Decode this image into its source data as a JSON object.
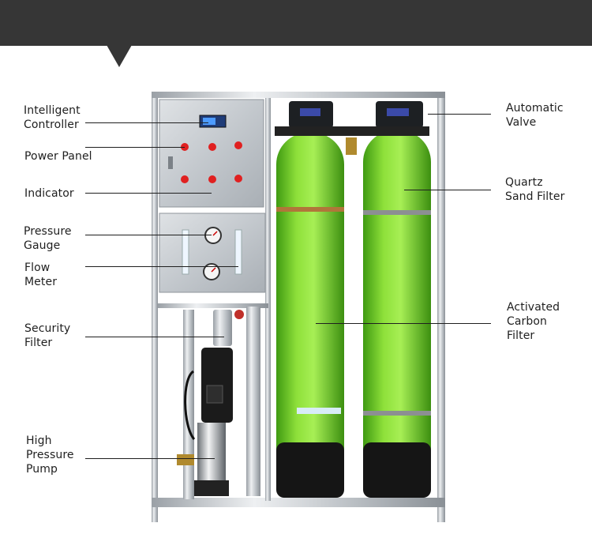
{
  "callouts": {
    "intelligent_controller": "Intelligent\nController",
    "power_panel": "Power Panel",
    "indicator": "Indicator",
    "pressure_gauge": "Pressure\nGauge",
    "flow_meter": "Flow\nMeter",
    "security_filter": "Security\nFilter",
    "high_pressure_pump": "High\nPressure\nPump",
    "automatic_valve": "Automatic\nValve",
    "quartz_sand_filter": "Quartz\nSand Filter",
    "activated_carbon_filter": "Activated\nCarbon\nFilter"
  },
  "colors": {
    "banner": "#363636",
    "tank_green": "#7ed321",
    "steel": "#c9cdd1",
    "indicator_red": "#e02020",
    "controller_blue": "#2b6fd6"
  }
}
